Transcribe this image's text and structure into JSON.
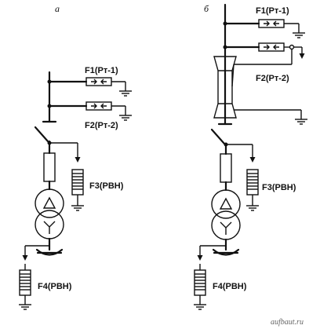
{
  "diagram": {
    "panel_a": {
      "label": "а",
      "f1": "F1(Рт-1)",
      "f2": "F2(Рт-2)",
      "f3": "F3(РВН)",
      "f4": "F4(РВН)"
    },
    "panel_b": {
      "label": "б",
      "f1": "F1(Рт-1)",
      "f2": "F2(Рт-2)",
      "f3": "F3(РВН)",
      "f4": "F4(РВН)"
    },
    "watermark": "aufbaut.ru"
  }
}
